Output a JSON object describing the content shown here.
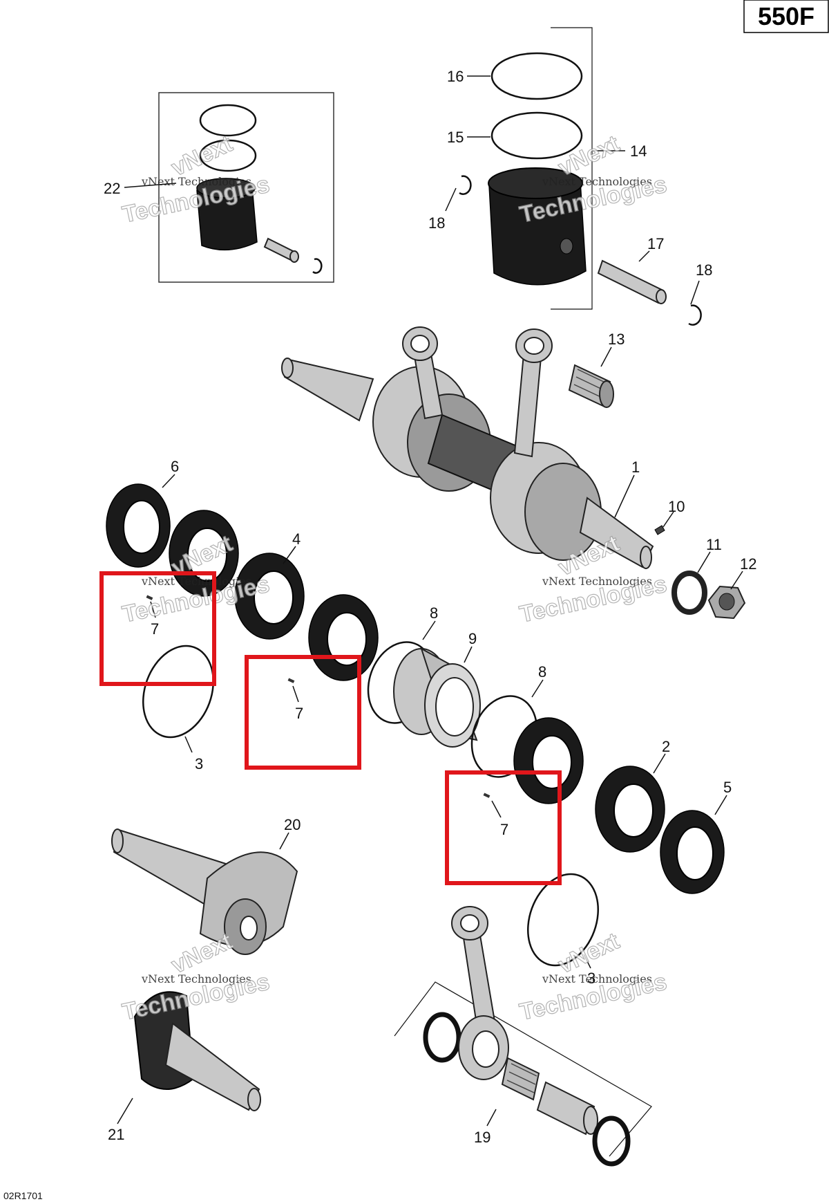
{
  "title": "550F",
  "diagram_code": "02R1701",
  "watermark": {
    "small": "vNext Technologies",
    "big_top": "vNext",
    "big_bottom": "Technologies"
  },
  "callouts": {
    "c1": "1",
    "c2": "2",
    "c3a": "3",
    "c3b": "3",
    "c4": "4",
    "c5": "5",
    "c6": "6",
    "c7a": "7",
    "c7b": "7",
    "c7c": "7",
    "c8a": "8",
    "c8b": "8",
    "c9": "9",
    "c10": "10",
    "c11": "11",
    "c12": "12",
    "c13": "13",
    "c14": "14",
    "c15": "15",
    "c16": "16",
    "c17": "17",
    "c18a": "18",
    "c18b": "18",
    "c19": "19",
    "c20": "20",
    "c21": "21",
    "c22": "22"
  },
  "colors": {
    "highlight": "#e0161b",
    "part_dark": "#1a1a1a",
    "part_metal": "#c8c8c8"
  }
}
